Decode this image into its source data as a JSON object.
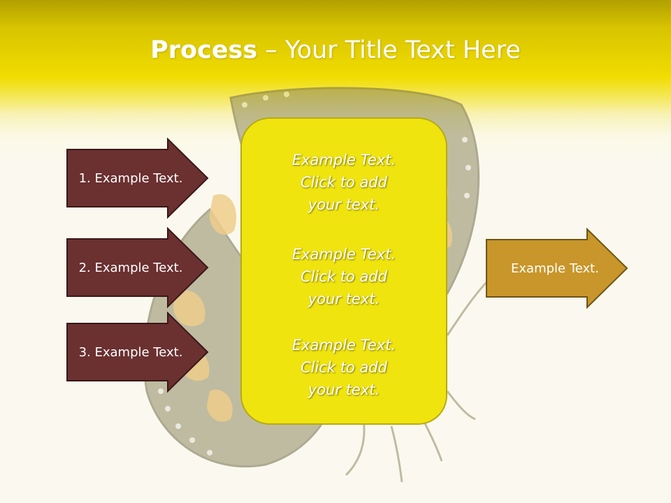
{
  "slide": {
    "title_bold": "Process",
    "title_rest": " – Your Title Text Here"
  },
  "left_arrows": [
    {
      "label": "1. Example Text."
    },
    {
      "label": "2. Example Text."
    },
    {
      "label": "3. Example Text."
    }
  ],
  "center_box": {
    "blocks": [
      {
        "line1": "Example Text.",
        "line2": "Click  to add",
        "line3": "your text."
      },
      {
        "line1": "Example Text.",
        "line2": "Click  to add",
        "line3": "your text."
      },
      {
        "line1": "Example Text.",
        "line2": "Click  to add",
        "line3": "your text."
      }
    ]
  },
  "right_arrow": {
    "label": "Example Text."
  },
  "colors": {
    "header_yellow": "#f1dd00",
    "left_arrow_fill": "#6b3030",
    "center_box_fill": "#f0e40f",
    "right_arrow_fill": "#c8962a"
  }
}
